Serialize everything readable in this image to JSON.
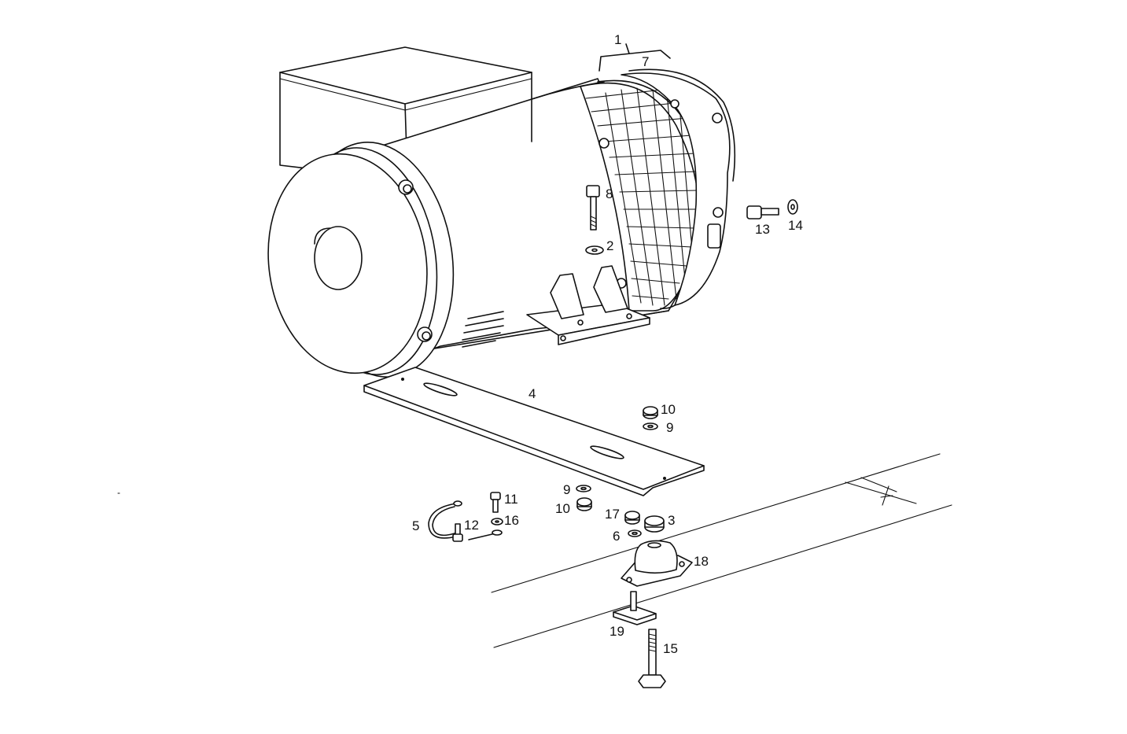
{
  "callouts": [
    {
      "id": "c1",
      "text": "1"
    },
    {
      "id": "c7",
      "text": "7"
    },
    {
      "id": "c8",
      "text": "8"
    },
    {
      "id": "c2",
      "text": "2"
    },
    {
      "id": "c13",
      "text": "13"
    },
    {
      "id": "c14",
      "text": "14"
    },
    {
      "id": "c4",
      "text": "4"
    },
    {
      "id": "c10a",
      "text": "10"
    },
    {
      "id": "c9a",
      "text": "9"
    },
    {
      "id": "c11",
      "text": "11"
    },
    {
      "id": "c9b",
      "text": "9"
    },
    {
      "id": "c10b",
      "text": "10"
    },
    {
      "id": "c17",
      "text": "17"
    },
    {
      "id": "c3",
      "text": "3"
    },
    {
      "id": "c5",
      "text": "5"
    },
    {
      "id": "c12",
      "text": "12"
    },
    {
      "id": "c16",
      "text": "16"
    },
    {
      "id": "c6",
      "text": "6"
    },
    {
      "id": "c18",
      "text": "18"
    },
    {
      "id": "c19",
      "text": "19"
    },
    {
      "id": "c15",
      "text": "15"
    }
  ]
}
